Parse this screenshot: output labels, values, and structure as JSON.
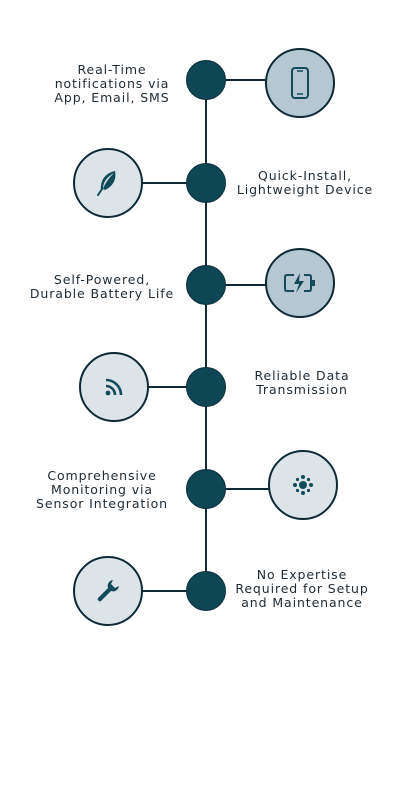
{
  "colors": {
    "node_fill": "#0e4655",
    "line": "#0f2a36",
    "icon_fill_light": "#dde4e8",
    "icon_fill_blue": "#b5c8d1",
    "icon_glyph": "#134b5b"
  },
  "features": [
    {
      "text": "Real-Time\nnotifications via\nApp, Email, SMS",
      "icon": "smartphone-icon",
      "icon_side": "right"
    },
    {
      "text": "Quick-Install,\nLightweight Device",
      "icon": "feather-icon",
      "icon_side": "left"
    },
    {
      "text": "Self-Powered,\nDurable Battery Life",
      "icon": "battery-charging-icon",
      "icon_side": "right"
    },
    {
      "text": "Reliable Data\nTransmission",
      "icon": "rss-signal-icon",
      "icon_side": "left"
    },
    {
      "text": "Comprehensive\nMonitoring via\nSensor Integration",
      "icon": "sensor-hub-icon",
      "icon_side": "right"
    },
    {
      "text": "No Expertise\nRequired for Setup\nand Maintenance",
      "icon": "wrench-icon",
      "icon_side": "left"
    }
  ]
}
